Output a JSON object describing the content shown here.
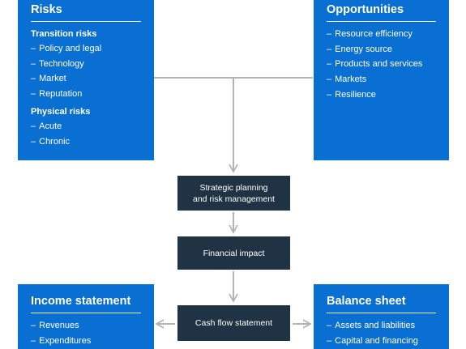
{
  "risks": {
    "title": "Risks",
    "transition": {
      "title": "Transition risks",
      "items": [
        "Policy and legal",
        "Technology",
        "Market",
        "Reputation"
      ]
    },
    "physical": {
      "title": "Physical risks",
      "items": [
        "Acute",
        "Chronic"
      ]
    }
  },
  "opportunities": {
    "title": "Opportunities",
    "items": [
      "Resource efficiency",
      "Energy source",
      "Products and services",
      "Markets",
      "Resilience"
    ]
  },
  "flow": {
    "strategic_line1": "Strategic planning",
    "strategic_line2": "and risk management",
    "financial": "Financial impact",
    "cashflow": "Cash flow statement"
  },
  "income": {
    "title": "Income statement",
    "items": [
      "Revenues",
      "Expenditures"
    ]
  },
  "balance": {
    "title": "Balance sheet",
    "items": [
      "Assets and liabilities",
      "Capital and financing"
    ]
  },
  "dash": "–",
  "colors": {
    "panel_blue": "#0a6fd3",
    "node_navy": "#1f3344",
    "arrow_gray": "#b3b3b3"
  }
}
